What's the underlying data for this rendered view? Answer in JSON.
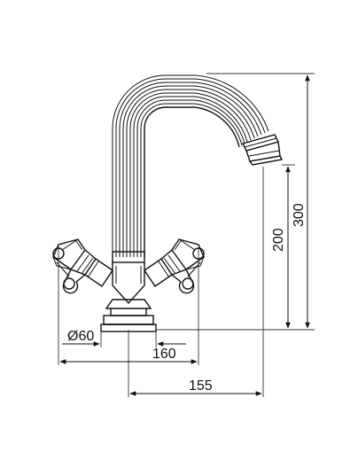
{
  "dimensions": {
    "base_diameter": "Ø60",
    "handle_span": "160",
    "spout_reach": "155",
    "spout_height": "200",
    "overall_height": "300"
  }
}
